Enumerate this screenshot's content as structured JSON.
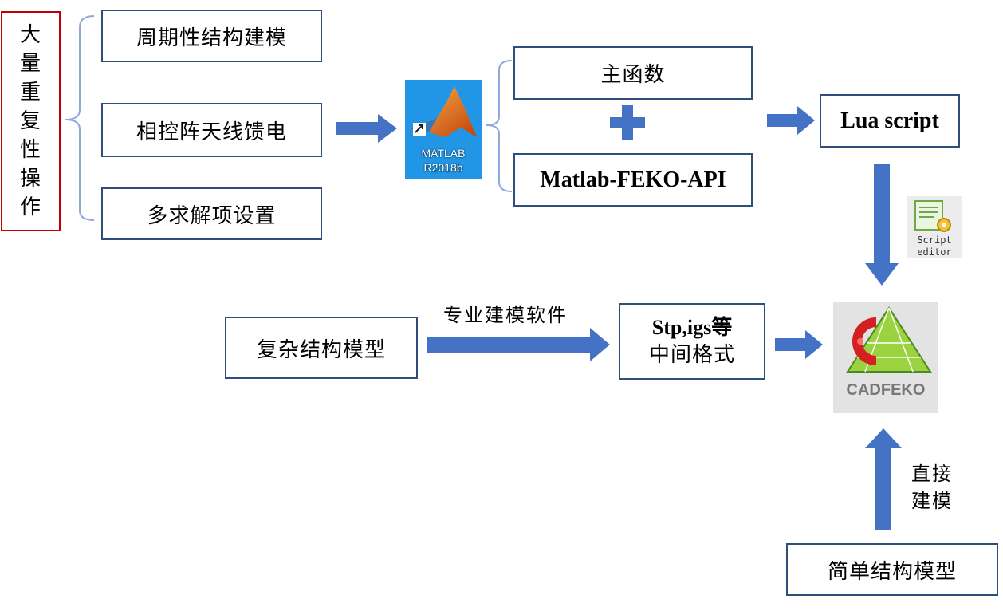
{
  "left_label": [
    "大",
    "量",
    "重",
    "复",
    "性",
    "操",
    "作"
  ],
  "tasks": [
    "周期性结构建模",
    "相控阵天线馈电",
    "多求解项设置"
  ],
  "matlab_icon": {
    "line1": "MATLAB",
    "line2": "R2018b"
  },
  "main_function": "主函数",
  "api": "Matlab-FEKO-API",
  "lua": "Lua script",
  "script_editor": {
    "line1": "Script",
    "line2": "editor"
  },
  "complex_model": "复杂结构模型",
  "pro_software": "专业建模软件",
  "intermediate": {
    "line1": "Stp,igs等",
    "line2": "中间格式"
  },
  "cadfeko": "CADFEKO",
  "direct": {
    "line1": "直接",
    "line2": "建模"
  },
  "simple_model": "简单结构模型",
  "colors": {
    "arrow": "#4472c4",
    "border": "#2f4e7c",
    "red": "#c00000",
    "bracket": "#8ea9db"
  }
}
